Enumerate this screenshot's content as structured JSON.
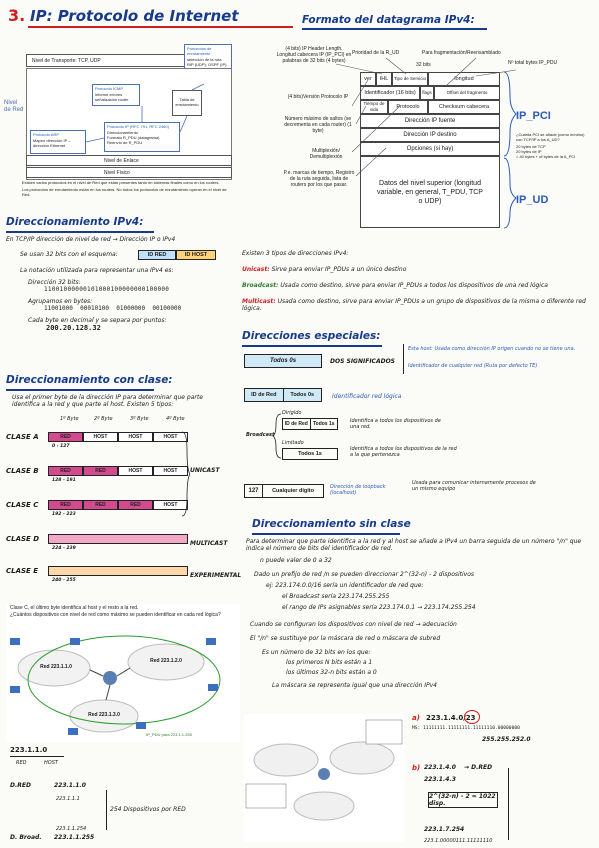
{
  "title": {
    "number": "3.",
    "text": "IP: Protocolo de Internet"
  },
  "stack": {
    "transport": "Nivel de Transporte: TCP, UDP",
    "routing_title": "Protocolos de enrutamiento",
    "routing_items": [
      "selección de la ruta",
      "RIP (UDP), OSPF (IP), BGP (TCP)"
    ],
    "icmp_title": "Protocolo ICMP",
    "icmp_items": [
      "informe errores",
      "señalización router"
    ],
    "routing_table": "Tabla de enrutamiento",
    "ip_title": "Protocolo IP (RFC 791, RFC 2460)",
    "ip_items": [
      "Direccionamiento",
      "Formato R_PDU (datagrama)",
      "Reenvío de R_PDU"
    ],
    "arp_title": "Protocolo ARP",
    "arp_items": [
      "Mapeo dirección IP – dirección Ethernet"
    ],
    "red_label": "Nivel de Red",
    "link": "Nivel de Enlace",
    "physical": "Nivel Físico",
    "notes": [
      "Existen varios protocolos en el nivel de Red que están presentes tanto en sistemas finales como en los routers.",
      "Los protocolos de enrutamiento están en los routers. No todos los protocolos de enrutamiento operan en el nivel de Red."
    ]
  },
  "datagram": {
    "title": "Formato del datagrama IPv4:",
    "top_left": "(4 bits) IP Header Length. Longitud cabecera IP (IP_PCI) en palabras de 32 bits (4 bytes)",
    "top_mid": "Prioridad de la R_UD",
    "top_right": "Para fragmentación/Reensamblado",
    "bits32": "32 bits",
    "total": "Nº total bytes IP_PDU",
    "row1": [
      "ver",
      "IHL",
      "Tipo de Servicio",
      "longitud"
    ],
    "row2": [
      "Identificador (16 bits)",
      "flags",
      "Offset del fragmento"
    ],
    "row3": [
      "Tiempo de vida",
      "Protocolo",
      "Checksum cabecera"
    ],
    "row4": "Dirección IP fuente",
    "row5": "Dirección IP destino",
    "row6": "Opciones (si hay)",
    "row7": "Datos del nivel superior (longitud variable, en general, T_PDU, TCP o UDP)",
    "left_version": "(4 bits)Versión Protocolo IP",
    "left_ttl": "Número máximo de saltos (se decrementa en cada router) (1 byte)",
    "left_mux": "Multiplexión/ Demultiplexión",
    "left_opts": "P.e. marcas de tiempo, Registro de la ruta seguida, lista de routers por los que pasar.",
    "ip_pci": "IP_PCI",
    "ip_ud": "IP_UD",
    "side_q": "¿Cuánta PCI se añade (como mínimo) con TCP/IP a los A_UD?",
    "side_items": [
      "20 bytes de TCP",
      "20 bytes de IP",
      "= 40 bytes + of bytes de la A_PCI"
    ]
  },
  "addr": {
    "title": "Direccionamiento IPv4:",
    "line1": "En TCP/IP dirección de nivel de red → Dirección IP o IPv4",
    "line2": "Se usan 32 bits con el esquema:",
    "id_red": "ID RED",
    "id_host": "ID HOST",
    "line3": "La notación utilizada para representar una IPv4 es:",
    "bin_label": "Dirección 32 bits:",
    "bin_value": "11001000000101000100000000100000",
    "oct_label": "Agrupamos en bytes:",
    "oct_value": "11001000  00010100  01000000  00100000",
    "dec_label": "Cada byte en decimal y se separa por puntos:",
    "dec_value": "200.20.128.32"
  },
  "types": {
    "intro": "Existen 3 tipos de direcciones IPv4:",
    "unicast_t": "Unicast:",
    "unicast_d": "Sirve para enviar IP_PDUs a un único destino",
    "broadcast_t": "Broadcast:",
    "broadcast_d": "Usada como destino, sirve para enviar IP_PDUs a todos los dispositivos de una red lógica",
    "multicast_t": "Multicast:",
    "multicast_d": "Usada como destino, sirve para enviar IP_PDUs a un grupo de dispositivos de la misma o diferente red lógica."
  },
  "special": {
    "title": "Direcciones especiales:",
    "zeros": "Todos 0s",
    "zeros_note": "DOS SIGNIFICADOS",
    "zeros_a": "Esta host: Usada como dirección IP origen cuando no se tiene una.",
    "zeros_b": "Identificador de cualquier red (Ruta por defecto TE)",
    "idred": "ID de Red",
    "todos0": "Todos 0s",
    "idred_note": "Identificador red lógica",
    "dirigido": "Dirigido",
    "limitado": "Limitado",
    "broadcast": "Broadcast",
    "todos1": "Todos 1s",
    "dirigido_d": "Identifica a todos los dispositivos de una red.",
    "limitado_d": "Identifica a todos los dispositivos de la red a la que pertenezca",
    "loop_a": "127",
    "loop_b": "Cualquier dígito",
    "loop_c": "Dirección de loopback (localhost)",
    "loop_d": "Usada para comunicar internamente procesos de un mismo equipo"
  },
  "classful": {
    "title": "Direccionamiento con clase:",
    "intro": "Usa el primer byte de la dirección IP para determinar que parte identifica a la red y que parte al host. Existen 5 tipos:",
    "bytes": [
      "1º Byte",
      "2º Byte",
      "3º Byte",
      "4º Byte"
    ],
    "classes": [
      {
        "name": "CLASE A",
        "cells": [
          "RED",
          "HOST",
          "HOST",
          "HOST"
        ],
        "range": "0 - 127"
      },
      {
        "name": "CLASE B",
        "cells": [
          "RED",
          "RED",
          "HOST",
          "HOST"
        ],
        "range": "128 - 191"
      },
      {
        "name": "CLASE C",
        "cells": [
          "RED",
          "RED",
          "RED",
          "HOST"
        ],
        "range": "192 - 223"
      },
      {
        "name": "CLASE D",
        "cells": [],
        "range": "224 - 239"
      },
      {
        "name": "CLASE E",
        "cells": [],
        "range": "240 - 255"
      }
    ],
    "unicast": "UNICAST",
    "multicast": "MULTICAST",
    "exp": "EXPERIMENTAL"
  },
  "classless": {
    "title": "Direccionamiento sin clase",
    "intro": "Para determinar que parte identifica a la red y al host se añade a IPv4 un barra seguida de un número \"/n\" que indica el número de bits del identificador de red.",
    "l1": "n puede valer de 0 a 32",
    "l2": "Dado un prefijo de red /n se pueden direccionar 2^(32-n) - 2 dispositivos",
    "l3": "ej: 223.174.0.0/16 sería un identificador de red que:",
    "l4": "el Broadcast sería 223.174.255.255",
    "l5": "el rango de IPs asignables sería 223.174.0.1 → 223.174.255.254",
    "l6": "Cuando se configuran los dispositivos con nivel de red → adecuación",
    "l7": "El \"/n\" se sustituye por la máscara de red o máscara de subred",
    "l8": "Es un número de 32 bits en los que:",
    "l9": "los primeros N bits están a 1",
    "l10": "los últimos 32-n bits están a 0",
    "l11": "La máscara se representa igual que una dirección IPv4"
  },
  "netfig": {
    "q1": "Clase C, el último byte identifica al host y el resto a la red.",
    "q2": "¿Cuántos dispositivos con nivel de red como máximo se pueden identificar en cada red lógica?",
    "nets": [
      "Red 223.1.1.0",
      "Red 223.1.2.0",
      "Red 223.1.3.0"
    ],
    "caption": "IP_PDU para 223.1.1.255"
  },
  "example": {
    "addr": "223.1.1.0",
    "red": "RED",
    "host": "HOST",
    "dred": "D.RED",
    "dred_v": "223.1.1.0",
    "dbroad": "D. Broad.",
    "dbroad_v": "223.1.1.255",
    "range_a": "223.1.1.1",
    "range_b": "223.1.1.254",
    "count": "254 Dispositivos por RED"
  },
  "right_ex": {
    "a_label": "a)",
    "a_addr": "223.1.4.0/23",
    "a_ms": "MS: 11111111.11111111.11111110.00000000",
    "a_ms2": "255.255.252.0",
    "b_label": "b)",
    "b_addr": "223.1.4.0",
    "b_dred": "→ D.RED",
    "b_broad": "223.1.4.3",
    "formula": "2^(32-n) - 2 = 1022 disp.",
    "b_end": "223.1.7.254",
    "b_end2": "223.1.00000111.11111110"
  }
}
